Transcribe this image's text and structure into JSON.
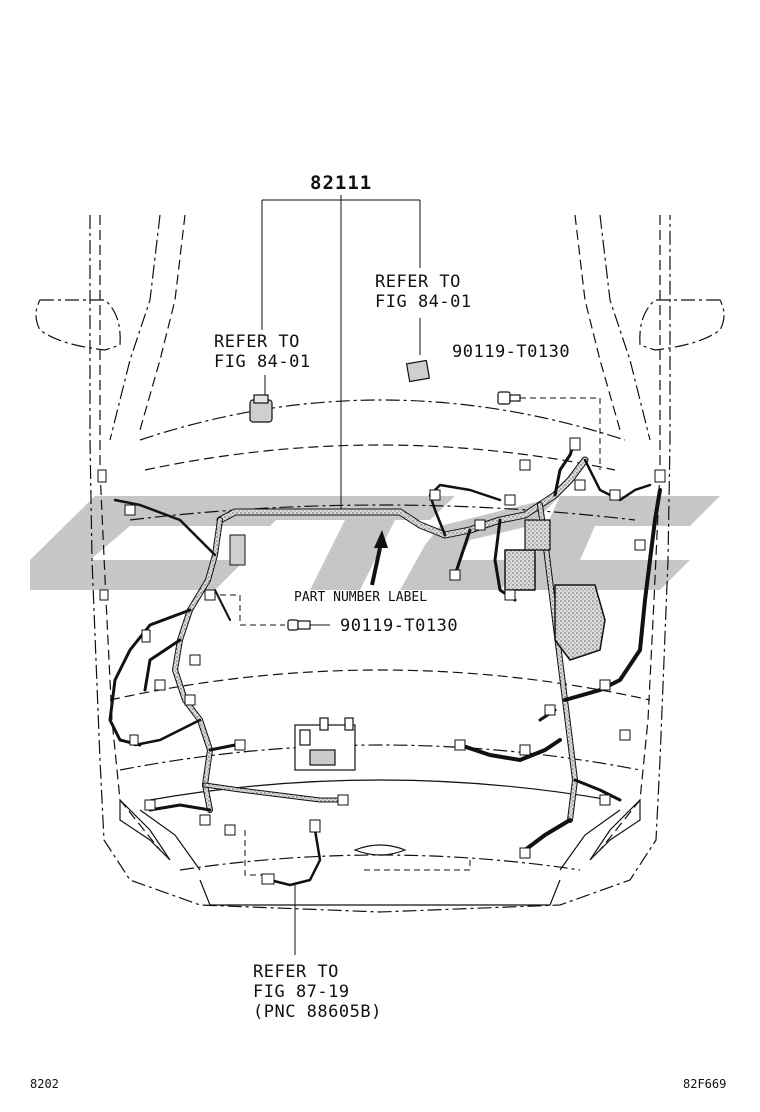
{
  "diagram": {
    "main_part_number": "82111",
    "labels": {
      "refer_fig_84_01_left": [
        "REFER TO",
        "FIG 84-01"
      ],
      "refer_fig_84_01_right": [
        "REFER TO",
        "FIG 84-01"
      ],
      "bolt_upper": "90119-T0130",
      "bolt_lower": "90119-T0130",
      "part_number_label": "PART NUMBER LABEL",
      "refer_fig_87_19": [
        "REFER TO",
        "FIG 87-19",
        "(PNC 88605B)"
      ]
    },
    "footer": {
      "left_code": "8202",
      "right_code": "82F669"
    },
    "colors": {
      "line": "#111111",
      "watermark": "#bdbdbd",
      "harness_fill": "#d9d9d9"
    }
  }
}
